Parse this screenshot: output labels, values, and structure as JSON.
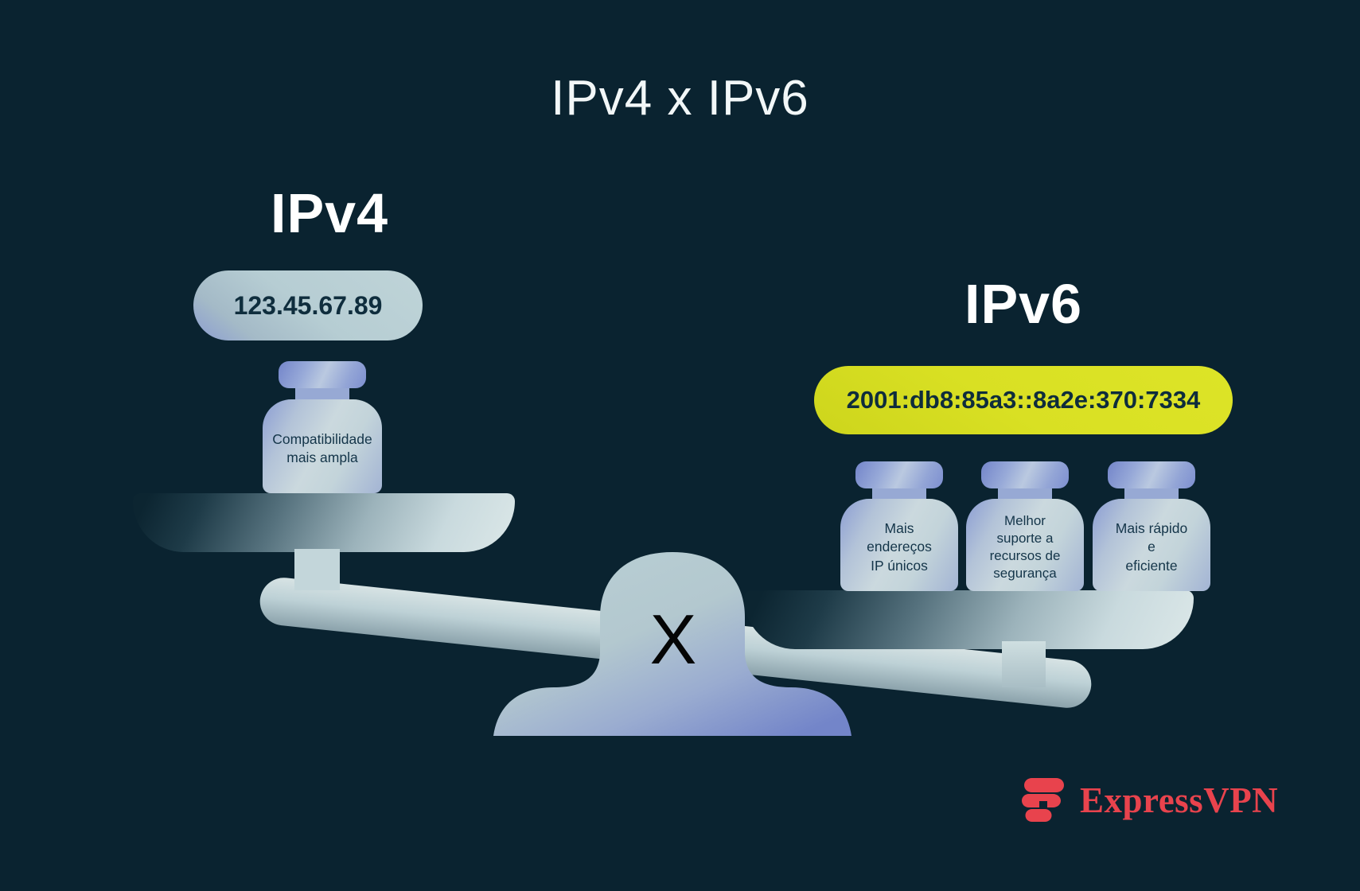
{
  "title": "IPv4 x IPv6",
  "ipv4": {
    "heading": "IPv4",
    "address": "123.45.67.89",
    "weights": [
      {
        "label": "Compatibilidade\nmais ampla"
      }
    ]
  },
  "ipv6": {
    "heading": "IPv6",
    "address": "2001:db8:85a3::8a2e:370:7334",
    "weights": [
      {
        "label": "Mais\nendereços\nIP únicos"
      },
      {
        "label": "Melhor\nsuporte a\nrecursos de\nsegurança"
      },
      {
        "label": "Mais rápido\ne\neficiente"
      }
    ]
  },
  "scale": {
    "center_label": "X",
    "tilt": "right-side-down"
  },
  "footer": {
    "brand": "ExpressVPN"
  },
  "colors": {
    "background": "#0a2330",
    "silver_pill": "#b6cdd3",
    "yellow_pill": "#d9e023",
    "periwinkle_accent": "#8496d1",
    "dark_text": "#0f2d3d",
    "brand_red": "#e8434d",
    "heading_white": "#ffffff"
  }
}
